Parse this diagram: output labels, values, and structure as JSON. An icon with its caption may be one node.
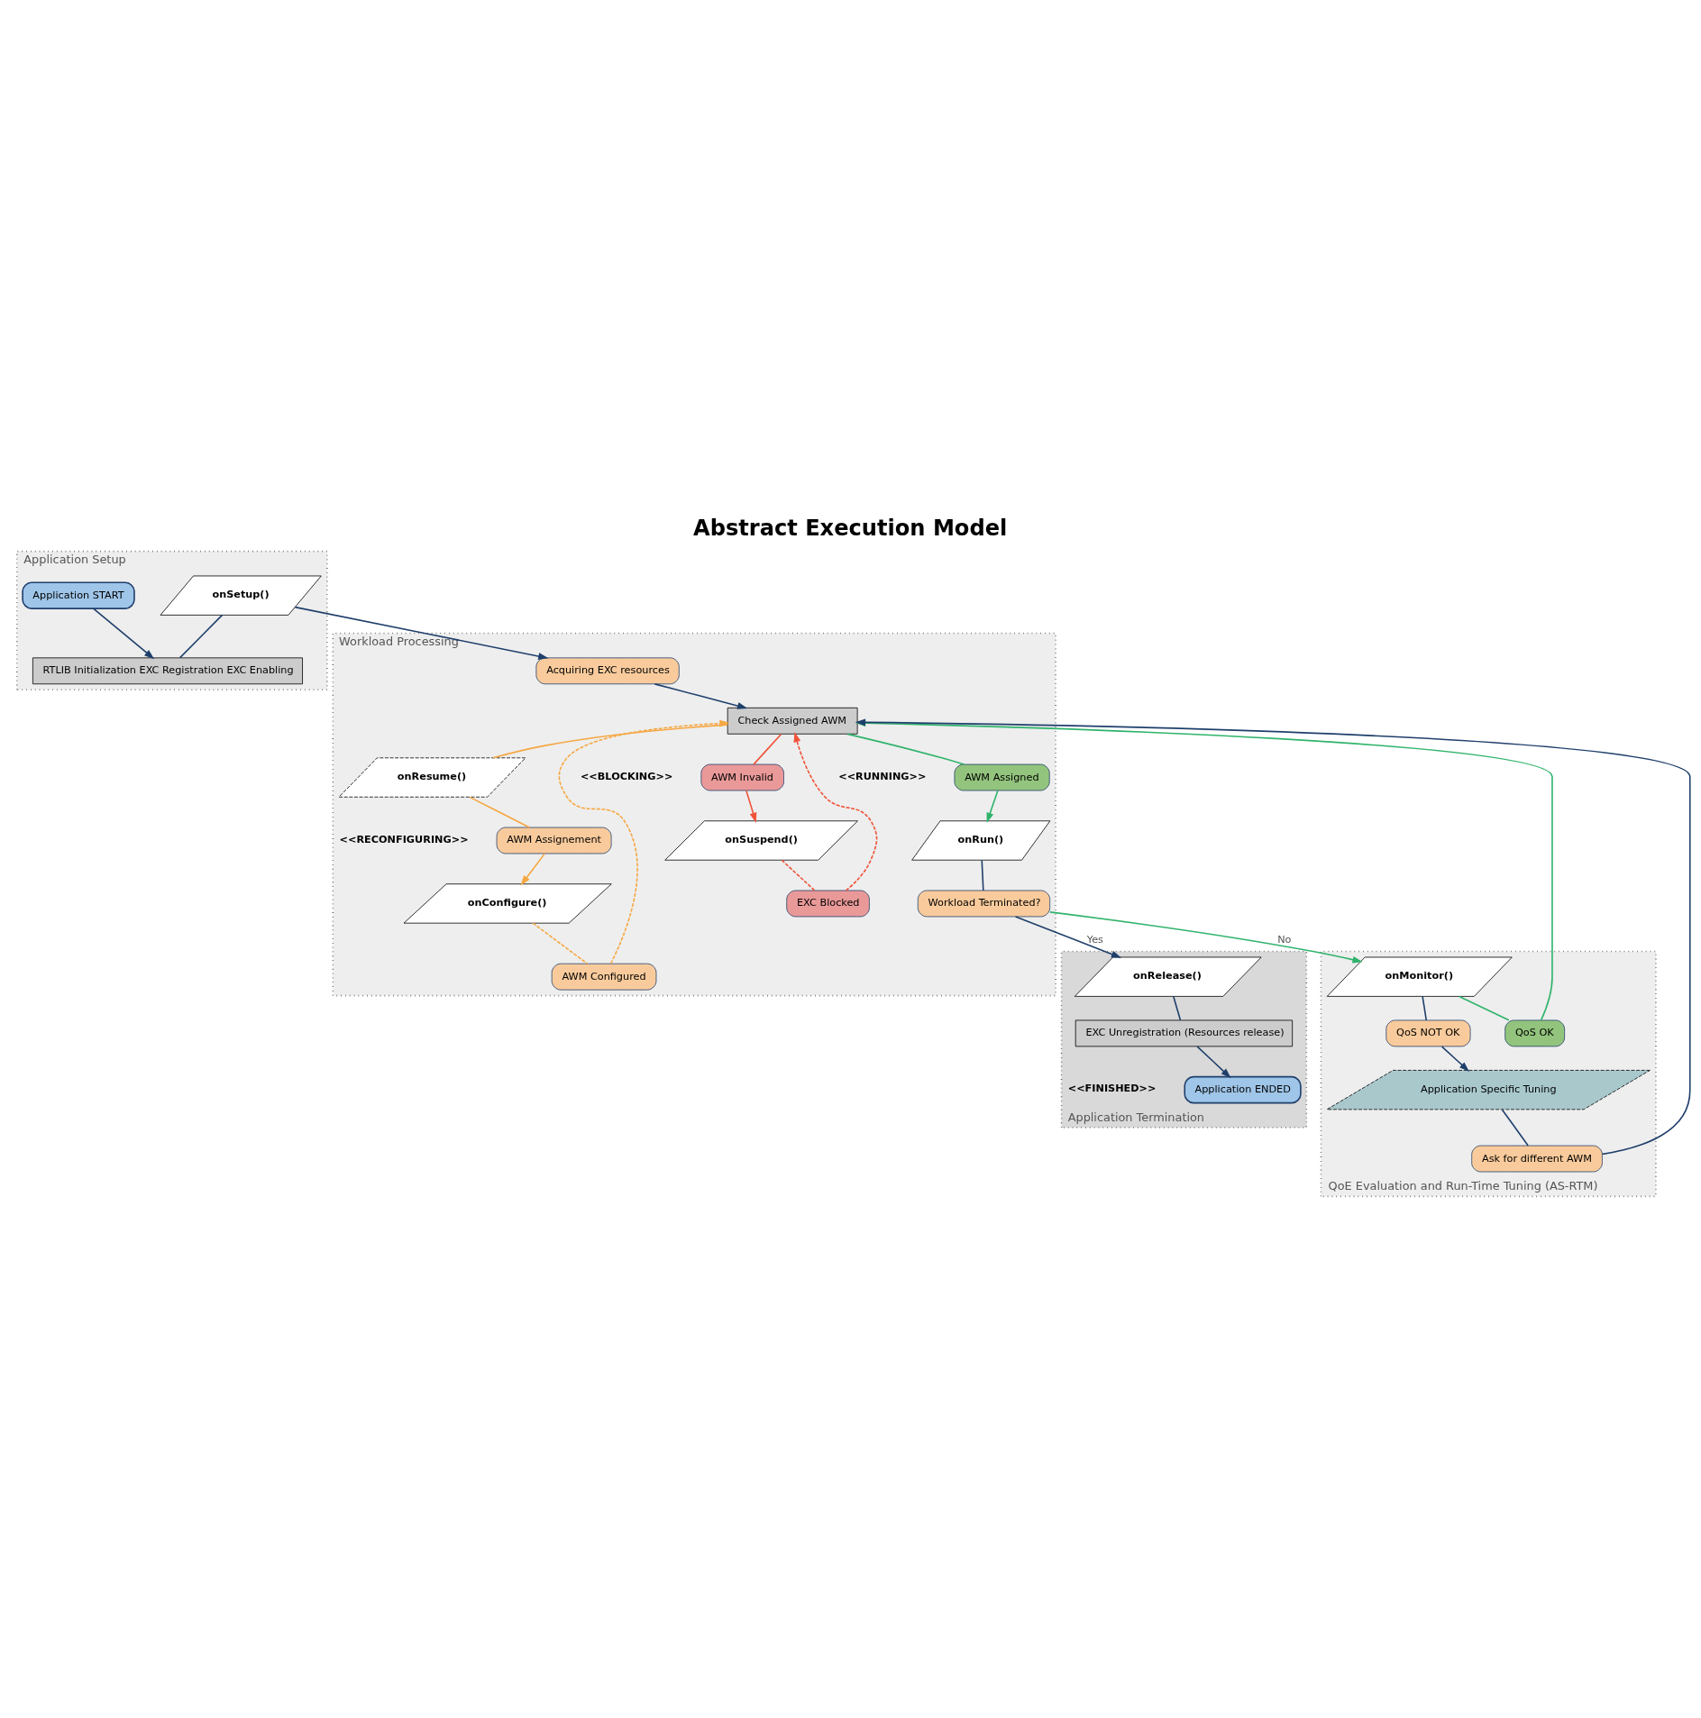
{
  "diagram": {
    "title": "Abstract Execution Model",
    "nodes": [
      {
        "text": [
          "Application Setup"
        ]
      },
      {
        "text": [
          "onSetup()"
        ],
        "in": 0
      },
      {
        "text": [
          "RTLIB Initialization EXC Registration EXC Enabling"
        ],
        "in": 0
      },
      {
        "text": [
          "Application START"
        ],
        "in": 0
      },
      {
        "text": [
          "Workload Processing"
        ]
      },
      {
        "text": [
          "Acquiring EXC resources"
        ],
        "in": 4
      },
      {
        "text": [
          "Check Assigned AWM"
        ],
        "in": 4
      },
      {
        "text": [
          "onResume()"
        ],
        "in": 4
      },
      {
        "text": [
          "AWM Assignement"
        ],
        "in": 4,
        "beside": [
          "<<RECONFIGURING>>"
        ]
      },
      {
        "text": [
          "AWM Invalid"
        ],
        "in": 4,
        "beside": [
          "<<BLOCKING>>"
        ]
      },
      {
        "text": [
          "onConfigure()"
        ],
        "in": 4
      },
      {
        "text": [
          "AWM Configured"
        ],
        "in": 4
      },
      {
        "text": [
          "onSuspend()"
        ],
        "in": 4
      },
      {
        "text": [
          "EXC Blocked"
        ],
        "in": 4
      },
      {
        "text": [
          "AWM Assigned"
        ],
        "in": 4,
        "beside": [
          "<<RUNNING>>"
        ]
      },
      {
        "text": [
          "onRun()"
        ],
        "in": 4
      },
      {
        "text": [
          "Workload Terminated?"
        ],
        "in": 4
      },
      {
        "text": [
          "Application Termination"
        ]
      },
      {
        "text": [
          "onRelease()"
        ],
        "in": 17
      },
      {
        "text": [
          "EXC Unregistration (Resources release)"
        ],
        "in": 17
      },
      {
        "text": [
          "Application ENDED"
        ],
        "in": 17,
        "beside": [
          "<<FINISHED>>"
        ]
      },
      {
        "text": [
          "QoE Evaluation and Run-Time Tuning (AS-RTM)"
        ]
      },
      {
        "text": [
          "onMonitor()"
        ],
        "in": 21
      },
      {
        "text": [
          "QoS OK"
        ],
        "in": 21
      },
      {
        "text": [
          "QoS NOT OK"
        ],
        "in": 21
      },
      {
        "text": [
          "Application Specific Tuning"
        ],
        "in": 21
      },
      {
        "text": [
          "Ask for different AWM"
        ],
        "in": 21
      }
    ],
    "edges": [
      {
        "from": 1,
        "to": 2,
        "arrow": "none"
      },
      {
        "from": 3,
        "to": 2,
        "arrow": "to"
      },
      {
        "from": 1,
        "to": 5,
        "arrow": "to"
      },
      {
        "from": 5,
        "to": 6,
        "arrow": "to"
      },
      {
        "from": 6,
        "to": 7,
        "arrow": "none",
        "color": "#f5a742"
      },
      {
        "from": 7,
        "to": 8,
        "arrow": "none",
        "color": "#f5a742"
      },
      {
        "from": 8,
        "to": 10,
        "arrow": "to",
        "color": "#f5a742"
      },
      {
        "from": 10,
        "to": 11,
        "arrow": "none",
        "style": "dashed",
        "color": "#f5a742"
      },
      {
        "from": 11,
        "to": 6,
        "arrow": "to",
        "style": "dashed",
        "color": "#f5a742"
      },
      {
        "from": 12,
        "to": 13,
        "arrow": "none",
        "style": "dashed",
        "color": "#f0533a"
      },
      {
        "from": 13,
        "to": 6,
        "arrow": "to",
        "style": "dashed",
        "color": "#f0533a"
      },
      {
        "from": 6,
        "to": 9,
        "arrow": "none",
        "color": "#f0533a"
      },
      {
        "from": 9,
        "to": 12,
        "arrow": "to",
        "color": "#f0533a"
      },
      {
        "from": 6,
        "to": 14,
        "arrow": "none",
        "color": "#2fb36b"
      },
      {
        "from": 14,
        "to": 15,
        "arrow": "to",
        "color": "#2fb36b"
      },
      {
        "from": 15,
        "to": 16,
        "arrow": "none"
      },
      {
        "from": 16,
        "to": 18,
        "arrow": "to",
        "label": "Yes"
      },
      {
        "from": 16,
        "to": 22,
        "arrow": "to",
        "label": "No",
        "color": "#2fb36b"
      },
      {
        "from": 22,
        "to": 23,
        "arrow": "none",
        "color": "#2fb36b"
      },
      {
        "from": 23,
        "to": 6,
        "arrow": "to",
        "color": "#2fb36b"
      },
      {
        "from": 18,
        "to": 19,
        "arrow": "none"
      },
      {
        "from": 19,
        "to": 20,
        "arrow": "to"
      },
      {
        "from": 22,
        "to": 24,
        "arrow": "none"
      },
      {
        "from": 24,
        "to": 25,
        "arrow": "to"
      },
      {
        "from": 25,
        "to": 26,
        "arrow": "none"
      },
      {
        "from": 26,
        "to": 6,
        "arrow": "to"
      }
    ]
  }
}
